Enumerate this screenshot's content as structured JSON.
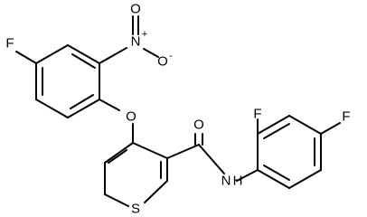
{
  "diagram": {
    "atoms": {
      "f_left": "F",
      "n_nitro": "N",
      "n_plus": "+",
      "o_nitro_top": "O",
      "o_nitro_right": "O",
      "o_nitro_minus": "-",
      "o_ether": "O",
      "o_carbonyl": "O",
      "n_amide": "N",
      "h_amide": "H",
      "s_thiophene": "S",
      "f_ortho": "F",
      "f_para": "F"
    }
  }
}
